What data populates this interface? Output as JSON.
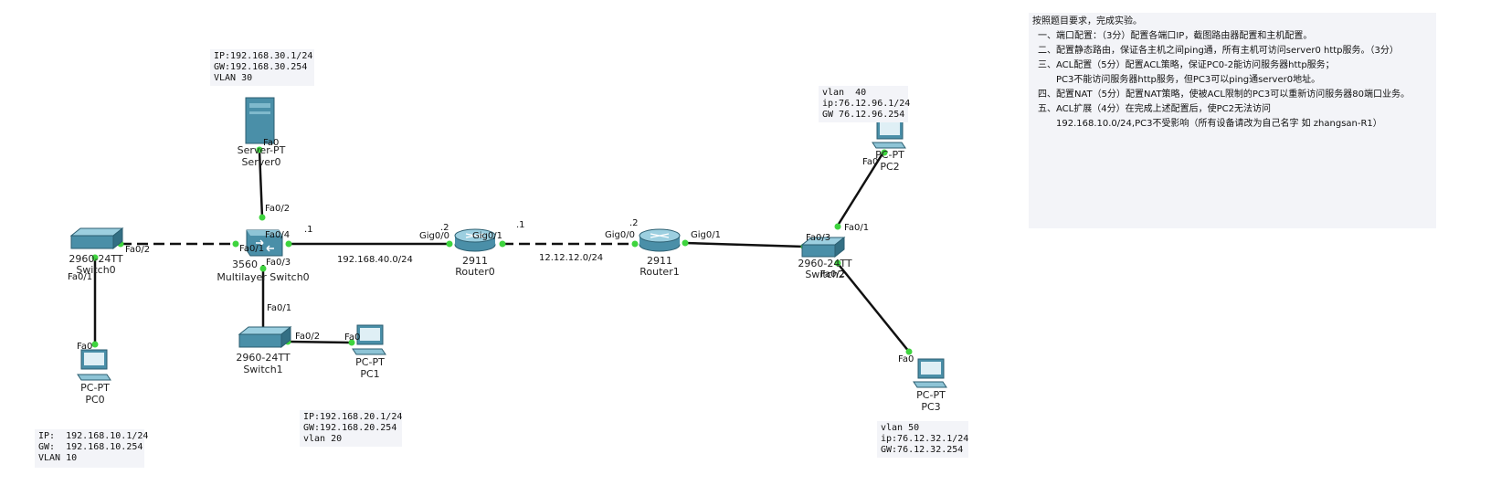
{
  "task": {
    "lines": [
      "按照题目要求，完成实验。",
      "一、端口配置：（3分）配置各端口IP，截图路由器配置和主机配置。",
      "二、配置静态路由，保证各主机之间ping通，所有主机可访问server0 http服务。（3分）",
      "三、ACL配置（5分）配置ACL策略，保证PC0-2能访问服务器http服务；",
      "　　PC3不能访问服务器http服务，但PC3可以ping通server0地址。",
      "四、配置NAT（5分）配置NAT策略，使被ACL限制的PC3可以重新访问服务器80端口业务。",
      "五、ACL扩展（4分）在完成上述配置后，使PC2无法访问",
      "　　192.168.10.0/24,PC3不受影响（所有设备请改为自己名字 如 zhangsan-R1）"
    ]
  },
  "notes": {
    "server0": "IP:192.168.30.1/24\nGW:192.168.30.254\nVLAN 30",
    "pc0": "IP:  192.168.10.1/24\nGW:  192.168.10.254\nVLAN 10",
    "pc1": "IP:192.168.20.1/24\nGW:192.168.20.254\nvlan 20",
    "pc2": "vlan  40\nip:76.12.96.1/24\nGW 76.12.96.254",
    "pc3": "vlan 50\nip:76.12.32.1/24\nGW:76.12.32.254"
  },
  "devices": {
    "server0": {
      "model": "Server-PT",
      "name": "Server0"
    },
    "mls": {
      "model": "3560",
      "name": "Multilayer Switch0"
    },
    "switch0": {
      "model": "2960-24TT",
      "name": "Switch0"
    },
    "switch1": {
      "model": "2960-24TT",
      "name": "Switch1"
    },
    "switch2": {
      "model": "2960-24TT",
      "name": "Switch2"
    },
    "router0": {
      "model": "2911",
      "name": "Router0"
    },
    "router1": {
      "model": "2911",
      "name": "Router1"
    },
    "pc0": {
      "model": "PC-PT",
      "name": "PC0"
    },
    "pc1": {
      "model": "PC-PT",
      "name": "PC1"
    },
    "pc2": {
      "model": "PC-PT",
      "name": "PC2"
    },
    "pc3": {
      "model": "PC-PT",
      "name": "PC3"
    }
  },
  "ports": {
    "srv_fa0": "Fa0",
    "mls_fa02": "Fa0/2",
    "mls_fa04": "Fa0/4",
    "mls_fa01": "Fa0/1",
    "mls_fa03": "Fa0/3",
    "sw0_fa02": "Fa0/2",
    "sw0_fa01": "Fa0/1",
    "pc0_fa0": "Fa0",
    "sw1_fa01": "Fa0/1",
    "sw1_fa02": "Fa0/2",
    "pc1_fa0": "Fa0",
    "r0_g00": "Gig0/0",
    "r0_g01": "Gig0/1",
    "r1_g00": "Gig0/0",
    "r1_g01": "Gig0/1",
    "sw2_fa03": "Fa0/3",
    "sw2_fa01": "Fa0/1",
    "sw2_fa02": "Fa0/2",
    "pc2_fa0": "Fa0",
    "pc3_fa0": "Fa0"
  },
  "networks": {
    "net40": "192.168.40.0/24",
    "net12": "12.12.12.0/24",
    "mls_host": ".1",
    "r0_host_left": ".2",
    "r0_host_right": ".1",
    "r1_host": ".2"
  },
  "colors": {
    "link": "#111111",
    "port_ok": "#3ed43e",
    "device": "#4a8fa8",
    "note_bg": "#f3f4f8"
  }
}
